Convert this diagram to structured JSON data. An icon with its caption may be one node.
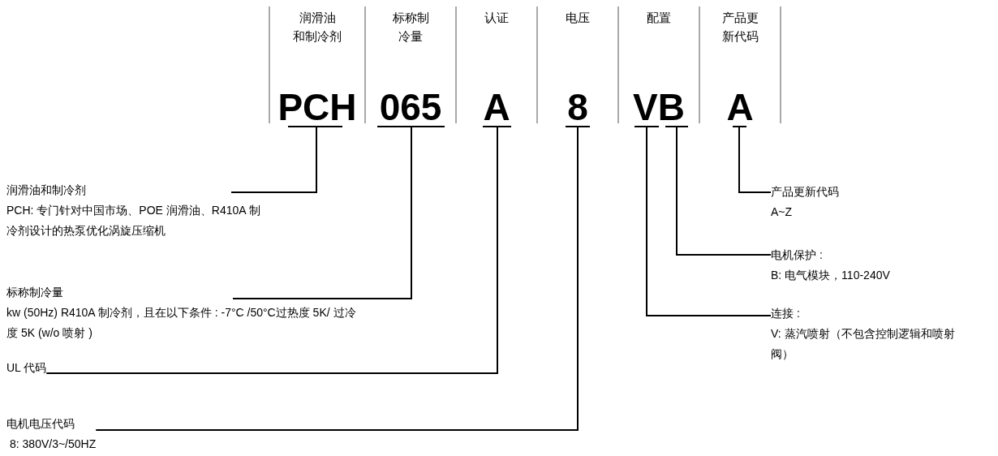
{
  "diagram": {
    "nodes": [
      {
        "text": [
          "润滑油和制冷剂",
          "PCH"
        ]
      },
      {
        "text": [
          "标称制冷量",
          "065"
        ]
      },
      {
        "text": [
          "认证",
          "A"
        ]
      },
      {
        "text": [
          "电压",
          "8"
        ]
      },
      {
        "text": [
          "配置",
          "VB"
        ]
      },
      {
        "text": [
          "产品更新代码",
          "A"
        ]
      },
      {
        "text": [
          "润滑油和制冷剂",
          "PCH: 专门针对中国市场、POE 润滑油、R410A 制冷剂设计的热泵优化涡旋压缩机"
        ]
      },
      {
        "text": [
          "标称制冷量",
          "kw (50Hz) R410A 制冷剂，且在以下条件 : -7°C /50°C过热度 5K/ 过冷度 5K (w/o 喷射 )"
        ]
      },
      {
        "text": [
          "UL 代码"
        ]
      },
      {
        "text": [
          "电机电压代码",
          "8: 380V/3~/50HZ"
        ]
      },
      {
        "text": [
          "产品更新代码",
          "A~Z"
        ]
      },
      {
        "text": [
          "电机保护 :",
          "B: 电气模块，110-240V"
        ]
      },
      {
        "text": [
          "连接 :",
          "V: 蒸汽喷射（不包含控制逻辑和喷射阀）"
        ]
      }
    ],
    "edges": [
      {
        "from": 0,
        "to": 6,
        "arrow": "none"
      },
      {
        "from": 1,
        "to": 7,
        "arrow": "none"
      },
      {
        "from": 2,
        "to": 8,
        "arrow": "none"
      },
      {
        "from": 3,
        "to": 9,
        "arrow": "none"
      },
      {
        "from": 4,
        "to": 12,
        "arrow": "none"
      },
      {
        "from": 4,
        "to": 11,
        "arrow": "none"
      },
      {
        "from": 5,
        "to": 10,
        "arrow": "none"
      }
    ]
  }
}
